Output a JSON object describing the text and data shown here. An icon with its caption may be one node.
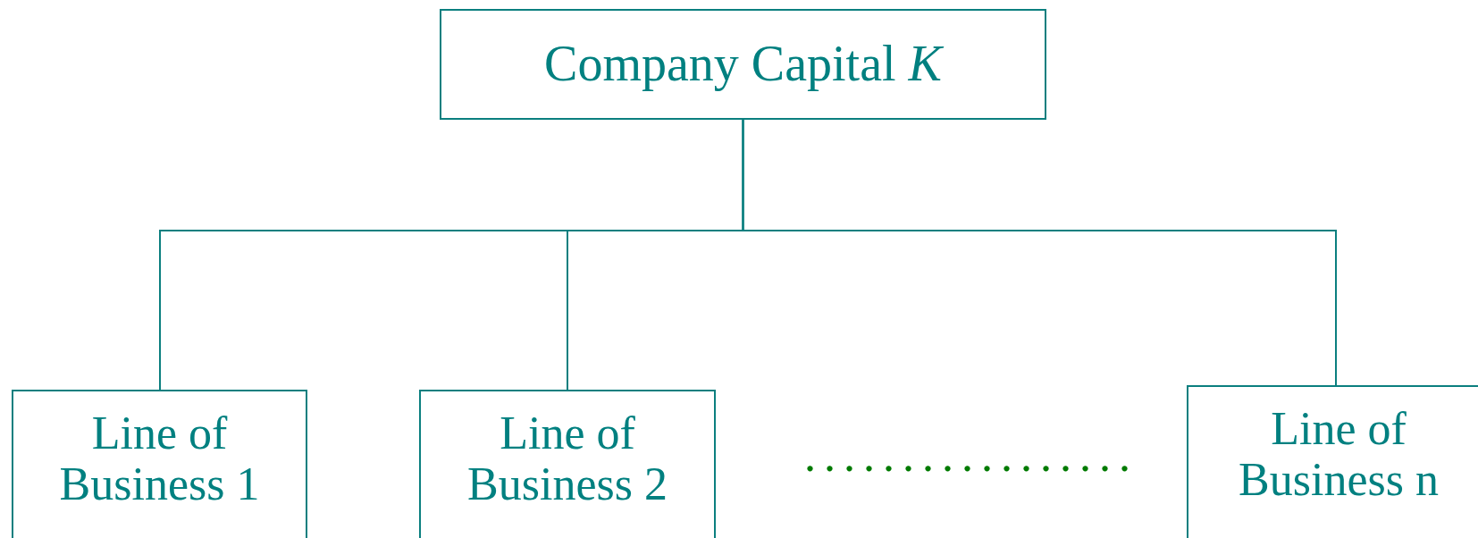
{
  "diagram": {
    "nodes": [
      {
        "text": [
          "Company Capital *K*"
        ]
      },
      {
        "text": [
          "Line of Business 1"
        ]
      },
      {
        "text": [
          "Line of Business 2"
        ]
      },
      {
        "text": [
          "Line of Business n"
        ]
      }
    ],
    "edges": [
      {
        "from": 0,
        "to": 1,
        "arrow": "none"
      },
      {
        "from": 0,
        "to": 2,
        "arrow": "none"
      },
      {
        "from": 0,
        "to": 3,
        "arrow": "none"
      }
    ],
    "labels": [
      "................."
    ]
  }
}
